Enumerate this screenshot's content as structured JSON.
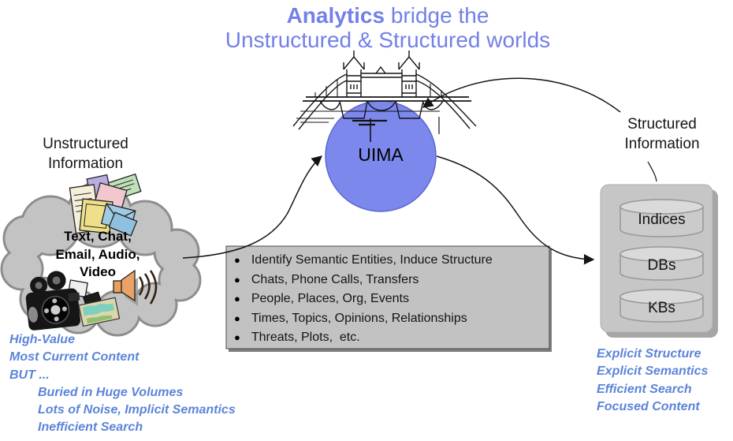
{
  "title": {
    "emphasis": "Analytics",
    "rest": " bridge the",
    "line2": "Unstructured & Structured worlds"
  },
  "uima": {
    "label": "UIMA"
  },
  "unstructured": {
    "heading_line1": "Unstructured",
    "heading_line2": "Information",
    "cloud_lines": [
      "Text, Chat,",
      "Email, Audio,",
      "Video"
    ]
  },
  "analysis_box": {
    "bullet_char": "●",
    "bullets": [
      "Identify Semantic Entities, Induce Structure",
      "Chats, Phone Calls, Transfers",
      "People, Places, Org, Events",
      "Times, Topics, Opinions, Relationships",
      "Threats, Plots,  etc."
    ]
  },
  "structured": {
    "heading_line1": "Structured",
    "heading_line2": "Information",
    "stores": [
      "Indices",
      "DBs",
      "KBs"
    ]
  },
  "unstructured_notes": {
    "lines": [
      "High-Value",
      "Most Current Content",
      "BUT ..."
    ],
    "indented_lines": [
      "Buried in Huge Volumes",
      "Lots of Noise, Implicit Semantics",
      "Inefficient Search"
    ]
  },
  "structured_notes": {
    "lines": [
      "Explicit Structure",
      "Explicit Semantics",
      "Efficient Search",
      "Focused Content"
    ]
  },
  "colors": {
    "title_blue": "#7380e8",
    "note_blue": "#5b84d9",
    "uima_fill": "#7c88ec",
    "panel_gray": "#c3c3c3"
  }
}
